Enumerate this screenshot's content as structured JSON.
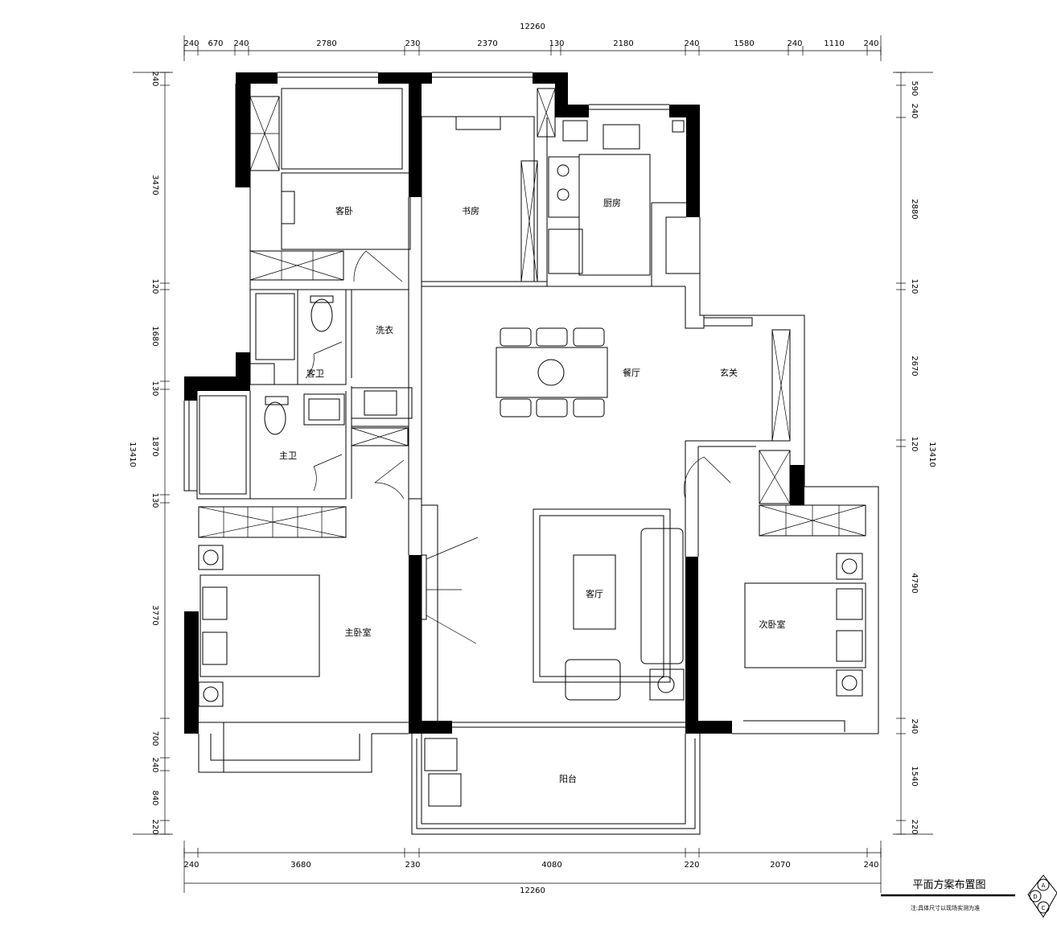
{
  "dimensions": {
    "top_total": "12260",
    "bottom_total": "12260",
    "left_total": "13410",
    "right_total": "13410",
    "top_segments": [
      "240",
      "670",
      "240",
      "2780",
      "230",
      "2370",
      "130",
      "2180",
      "240",
      "1580",
      "240",
      "1110",
      "240"
    ],
    "bottom_segments": [
      "240",
      "3680",
      "230",
      "4080",
      "220",
      "2070",
      "240"
    ],
    "left_segments": [
      "240",
      "3470",
      "120",
      "1680",
      "130",
      "1870",
      "130",
      "3770",
      "700",
      "240",
      "840",
      "220"
    ],
    "right_segments": [
      "240",
      "590",
      "2880",
      "120",
      "2670",
      "120",
      "4790",
      "240",
      "1540",
      "220"
    ]
  },
  "rooms": {
    "bedroom_top_left": "客卧",
    "study": "书房",
    "kitchen": "厨房",
    "bath_upper": "客卫",
    "laundry": "洗衣",
    "bath_lower": "主卫",
    "dining": "餐厅",
    "foyer": "玄关",
    "living": "客厅",
    "master_bedroom": "主卧室",
    "second_bedroom": "次卧室",
    "balcony": "阳台"
  },
  "title_block": {
    "title": "平面方案布置图",
    "subtitle": "注:具体尺寸以现场实测为准"
  },
  "logo_letters": [
    "A",
    "D",
    "C"
  ]
}
